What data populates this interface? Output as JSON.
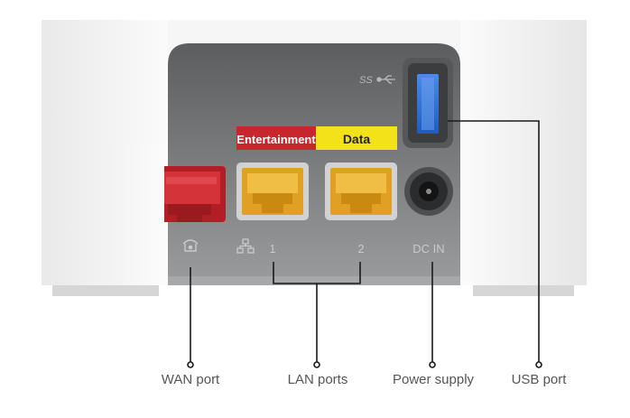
{
  "device": {
    "group_labels": {
      "entertainment": "Entertainment",
      "data": "Data"
    },
    "port_marks": {
      "lan1": "1",
      "lan2": "2",
      "dc_in": "DC IN",
      "usb_speed": "SS"
    },
    "icons": [
      "phone-icon",
      "network-icon",
      "usb-icon"
    ]
  },
  "callouts": {
    "wan": "WAN port",
    "lan": "LAN ports",
    "power": "Power supply",
    "usb": "USB port"
  },
  "colors": {
    "wan_port": "#c4262d",
    "lan_port": "#e7a526",
    "usb_port": "#2f6fd1",
    "entertainment_tag": "#c8262d",
    "data_tag": "#f3e21a",
    "leader_lines": "#1a1a1a"
  }
}
